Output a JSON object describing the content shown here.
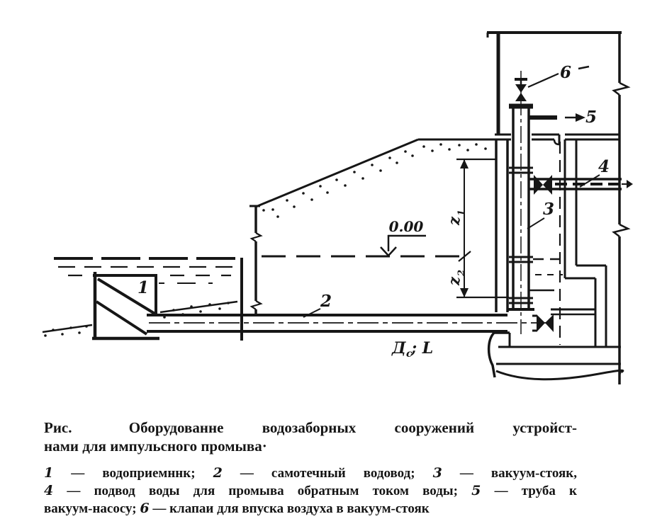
{
  "figure": {
    "part_labels": {
      "p1": "1",
      "p2": "2",
      "p3": "3",
      "p4": "4",
      "p5": "5",
      "p6": "6"
    },
    "elevation_mark": "0.00",
    "dim_z1": {
      "main": "z",
      "sub": "1"
    },
    "dim_z2": {
      "main": "z",
      "sub": "2"
    },
    "pipe_dim": {
      "main": "Д",
      "sub": "с",
      "rest": "; L"
    }
  },
  "caption": {
    "fig_prefix": "Рис.",
    "title_line1": "Оборудованне водозаборных сооружений устройст-",
    "title_line2": "нами для импульсного промыва·"
  },
  "legend": {
    "line1": {
      "n1": "1",
      "t1": " — водоприемннк; ",
      "n2": "2",
      "t2": " — самотечный водовод; ",
      "n3": "3",
      "t3": " — вакуум-стояк,"
    },
    "line2": {
      "n4": "4",
      "t4": " — подвод воды для промыва обратным током воды; ",
      "n5": "5",
      "t5": " — труба к"
    },
    "line3": {
      "t6a": "вакуум-насосу; ",
      "n6": "6",
      "t6b": " — клапаи для впуска воздуха в вакуум-стояк"
    }
  },
  "colors": {
    "ink": "#161616",
    "paper": "#ffffff"
  }
}
